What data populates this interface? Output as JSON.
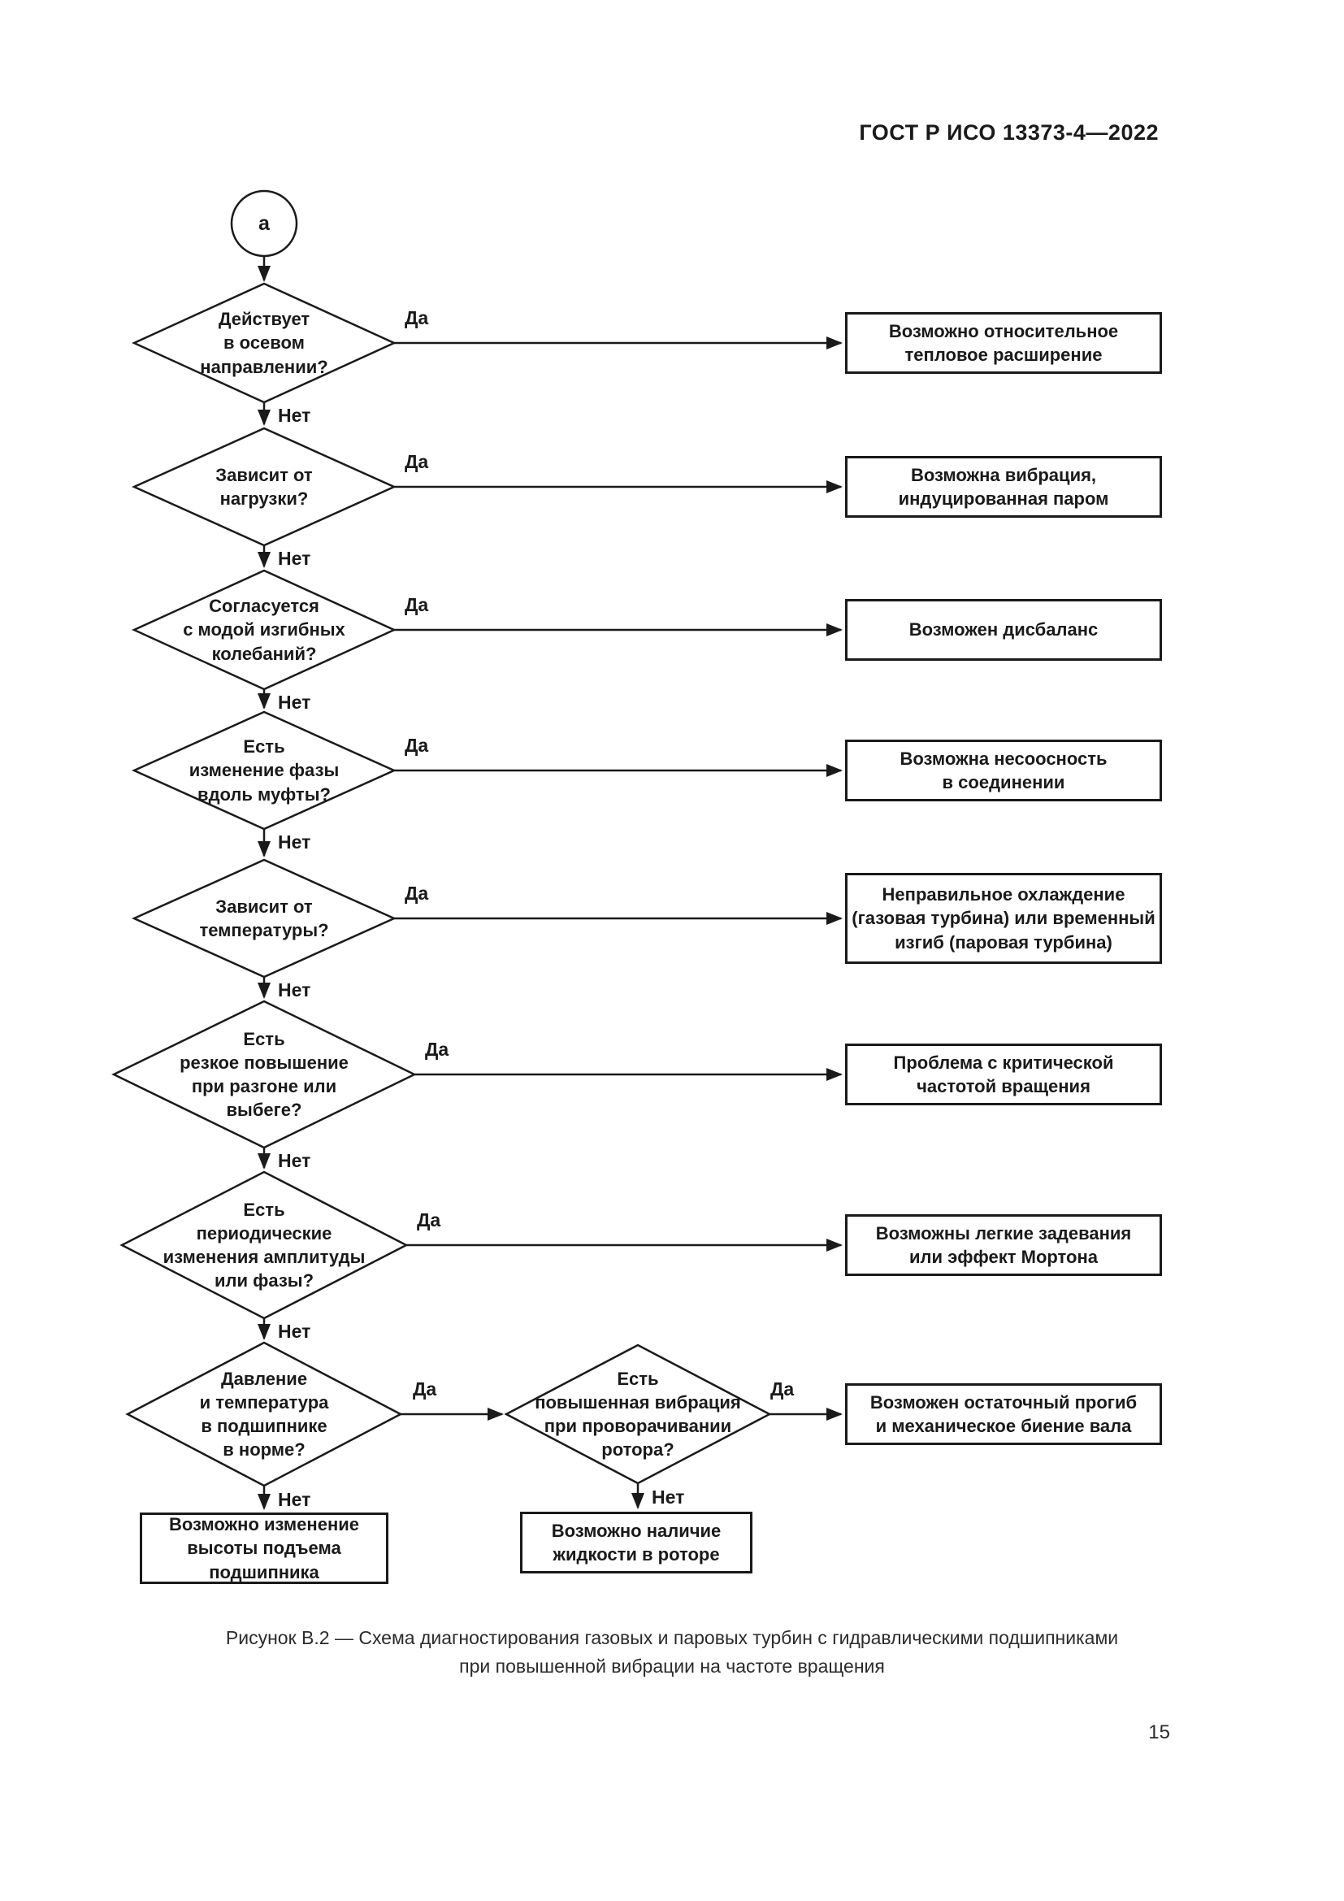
{
  "page": {
    "header": "ГОСТ Р ИСО 13373-4—2022",
    "caption": "Рисунок В.2 — Схема диагностирования газовых и паровых турбин с гидравлическими подшипниками\nпри повышенной вибрации на частоте вращения",
    "page_number": "15"
  },
  "flowchart": {
    "start_connector": "а",
    "yes_label": "Да",
    "no_label": "Нет",
    "diamonds": [
      {
        "label": "Действует\nв осевом\nнаправлении?"
      },
      {
        "label": "Зависит от\nнагрузки?"
      },
      {
        "label": "Согласуется\nс модой изгибных\nколебаний?"
      },
      {
        "label": "Есть\nизменение фазы\nвдоль муфты?"
      },
      {
        "label": "Зависит от\nтемпературы?"
      },
      {
        "label": "Есть\nрезкое повышение\nпри разгоне или\nвыбеге?"
      },
      {
        "label": "Есть\nпериодические\nизменения амплитуды\nили фазы?"
      },
      {
        "label": "Давление\nи температура\nв подшипнике\nв норме?"
      },
      {
        "label": "Есть\nповышенная вибрация\nпри проворачивании\nротора?"
      }
    ],
    "results": [
      {
        "label": "Возможно относительное\nтепловое расширение"
      },
      {
        "label": "Возможна вибрация,\nиндуцированная паром"
      },
      {
        "label": "Возможен дисбаланс"
      },
      {
        "label": "Возможна несоосность\nв соединении"
      },
      {
        "label": "Неправильное охлаждение\n(газовая турбина) или временный\nизгиб (паровая турбина)"
      },
      {
        "label": "Проблема с критической\nчастотой вращения"
      },
      {
        "label": "Возможны легкие задевания\nили эффект Мортона"
      },
      {
        "label": "Возможен остаточный прогиб\nи механическое биение вала"
      },
      {
        "label": "Возможно изменение\nвысоты подъема\nподшипника"
      },
      {
        "label": "Возможно наличие\nжидкости в роторе"
      }
    ]
  }
}
